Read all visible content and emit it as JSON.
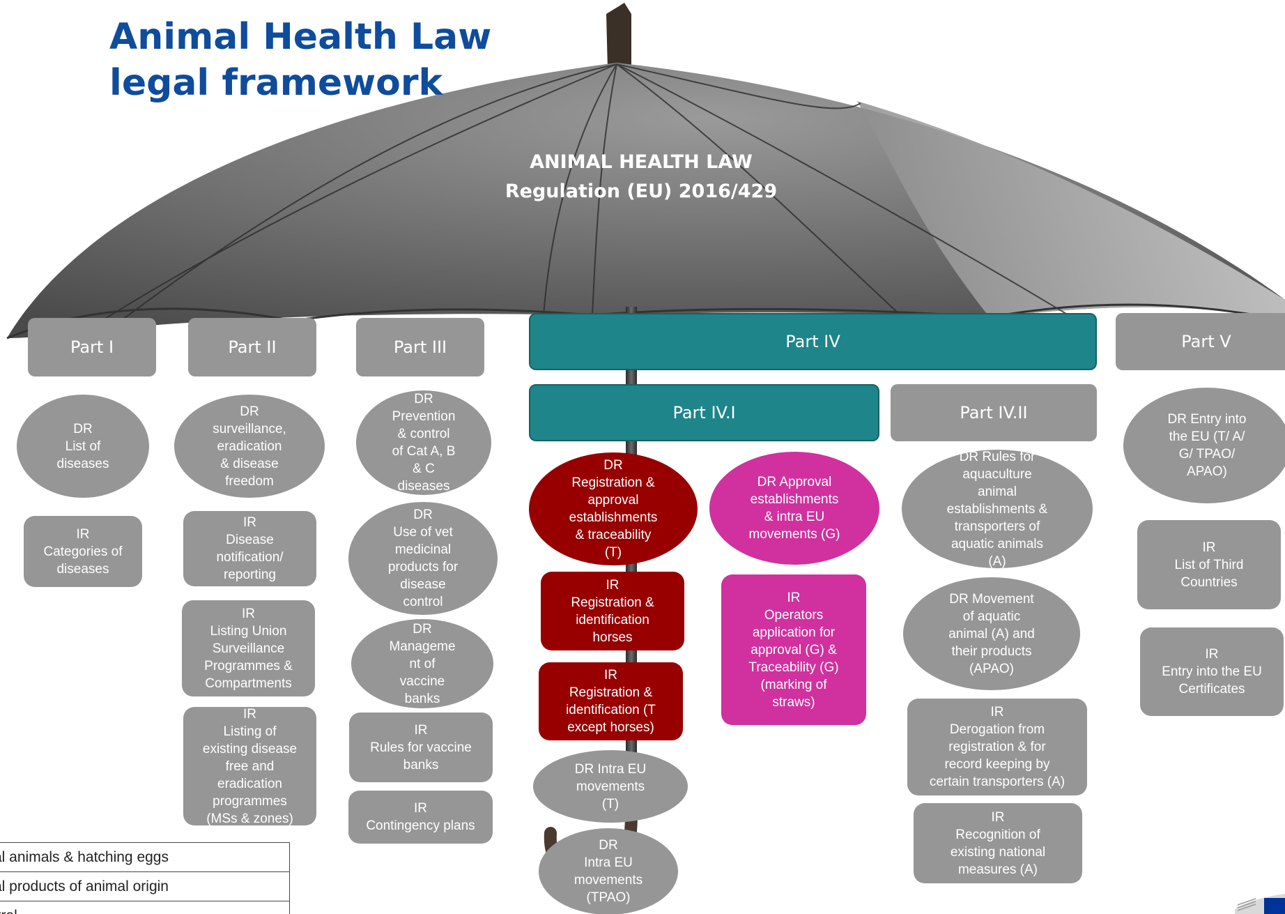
{
  "title": {
    "line1": "Animal Health Law",
    "line2": "legal framework"
  },
  "umbrella": {
    "line1": "ANIMAL HEALTH LAW",
    "line2": "Regulation (EU) 2016/429"
  },
  "parts": {
    "part1": "Part I",
    "part2": "Part II",
    "part3": "Part III",
    "part4": "Part IV",
    "part4_1": "Part IV.I",
    "part4_2": "Part IV.II",
    "part5": "Part V"
  },
  "items": {
    "p1_dr": "DR\nList of\ndiseases",
    "p1_ir": "IR\nCategories of\ndiseases",
    "p2_dr": "DR\nsurveillance,\neradication\n& disease\nfreedom",
    "p2_ir1": "IR\nDisease\nnotification/\nreporting",
    "p2_ir2": "IR\nListing Union\nSurveillance\nProgrammes &\nCompartments",
    "p2_ir3": "IR\nListing of\nexisting disease\nfree and\neradication\nprogrammes\n(MSs & zones)",
    "p3_dr1": "DR\nPrevention\n& control\nof Cat A, B\n& C\ndiseases",
    "p3_dr2": "DR\nUse of vet\nmedicinal\nproducts for\ndisease\ncontrol",
    "p3_dr3": "DR\nManageme\nnt of\nvaccine\nbanks",
    "p3_ir1": "IR\nRules for vaccine\nbanks",
    "p3_ir2": "IR\nContingency plans",
    "p41_dr1": "DR\nRegistration &\napproval\nestablishments\n& traceability\n(T)",
    "p41_ir1": "IR\nRegistration &\nidentification\nhorses",
    "p41_ir2": "IR\nRegistration &\nidentification (T\nexcept horses)",
    "p41_dr2": "DR Intra EU\nmovements\n(T)",
    "p41_dr3": "DR\nIntra EU\nmovements\n(TPAO)",
    "p41_dr4": "DR Approval\nestablishments\n& intra EU\nmovements (G)",
    "p41_ir3": "IR\nOperators\napplication for\napproval (G) &\nTraceability (G)\n(marking of\nstraws)",
    "p42_dr1": "DR Rules for\naquaculture\nanimal\nestablishments &\ntransporters of\naquatic animals\n(A)",
    "p42_dr2": "DR Movement\nof aquatic\nanimal (A) and\ntheir products\n(APAO)",
    "p42_ir1": "IR\nDerogation from\nregistration & for\nrecord keeping by\ncertain transporters (A)",
    "p42_ir2": "IR\nRecognition of\nexisting national\nmeasures (A)",
    "p5_dr": "DR Entry into\nthe EU (T/ A/\nG/ TPAO/\nAPAO)",
    "p5_ir1": "IR\nList of Third\nCountries",
    "p5_ir2": "IR\nEntry into the EU\nCertificates"
  },
  "legend": {
    "row1": "al animals & hatching eggs",
    "row2": "al products of animal origin",
    "row3": "itral"
  },
  "colors": {
    "title_blue": "#0f4c9c",
    "grey_box": "#969696",
    "teal": "#1e858a",
    "dark_red": "#980000",
    "magenta": "#d0319e"
  }
}
